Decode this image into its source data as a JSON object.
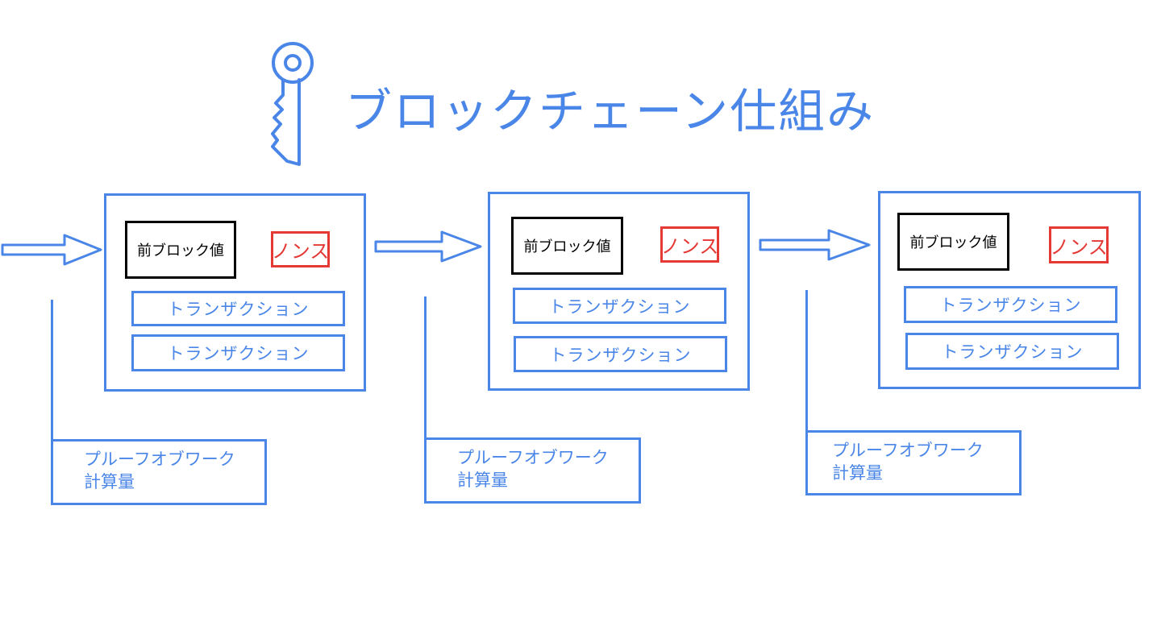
{
  "title": "ブロックチェーン仕組み",
  "icons": {
    "key": "key-icon",
    "arrow": "right-arrow-icon"
  },
  "colors": {
    "accent": "#4a86e8",
    "nonce": "#e53935",
    "prev_hash_border": "#000000"
  },
  "blocks": [
    {
      "prev_hash_label": "前ブロック値",
      "nonce_label": "ノンス",
      "transactions": [
        "トランザクション",
        "トランザクション"
      ],
      "pow": {
        "line1": "プルーフオブワーク",
        "line2": "計算量"
      }
    },
    {
      "prev_hash_label": "前ブロック値",
      "nonce_label": "ノンス",
      "transactions": [
        "トランザクション",
        "トランザクション"
      ],
      "pow": {
        "line1": "プルーフオブワーク",
        "line2": "計算量"
      }
    },
    {
      "prev_hash_label": "前ブロック値",
      "nonce_label": "ノンス",
      "transactions": [
        "トランザクション",
        "トランザクション"
      ],
      "pow": {
        "line1": "プルーフオブワーク",
        "line2": "計算量"
      }
    }
  ]
}
